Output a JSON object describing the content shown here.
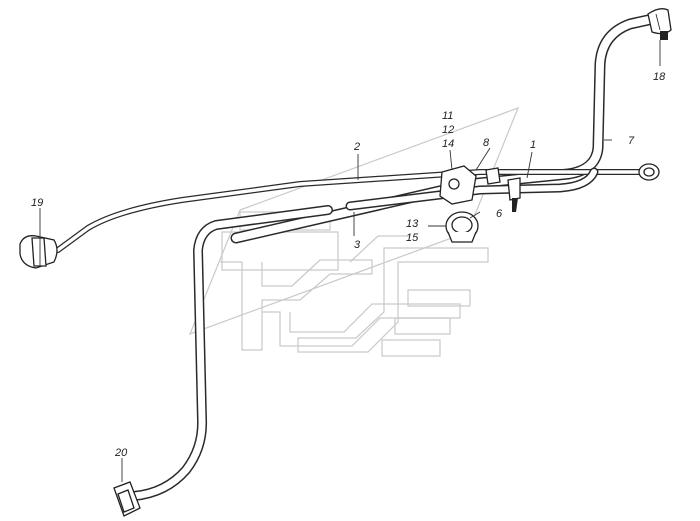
{
  "callouts": {
    "c1": "1",
    "c2": "2",
    "c3": "3",
    "c6": "6",
    "c7": "7",
    "c8": "8",
    "c11": "11",
    "c12": "12",
    "c13": "13",
    "c14": "14",
    "c15": "15",
    "c18": "18",
    "c19": "19",
    "c20": "20"
  },
  "colors": {
    "line": "#222222",
    "watermark": "#c9c9c9",
    "background": "#ffffff"
  }
}
